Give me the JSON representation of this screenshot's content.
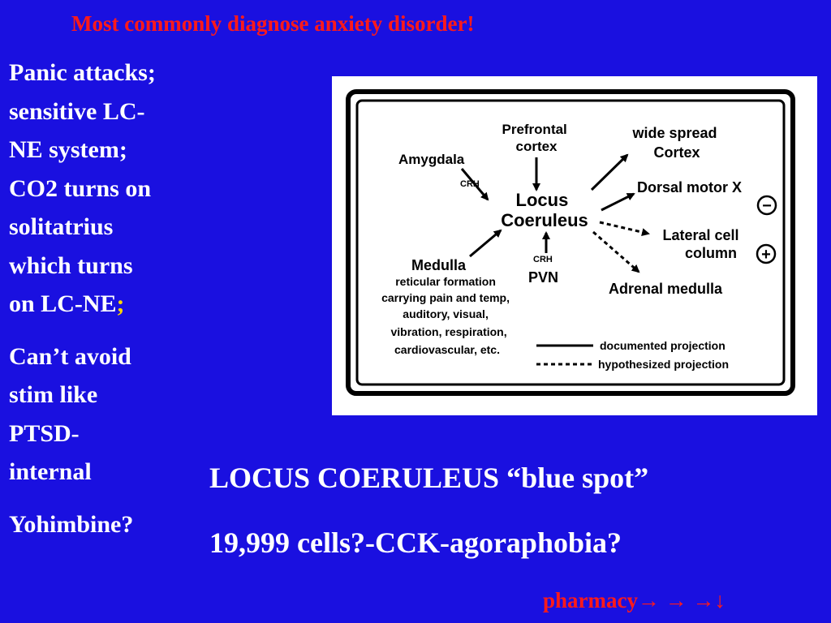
{
  "headline": "Most commonly diagnose anxiety disorder!",
  "left_panel": {
    "para1_lines": [
      "Panic attacks;",
      "sensitive LC-",
      "NE system;",
      "CO2 turns on",
      "solitatrius",
      "which turns",
      "on LC-NE"
    ],
    "para1_punct": ";",
    "para2_lines": [
      "Can’t avoid",
      "stim like",
      "PTSD-",
      "internal"
    ],
    "para3": "Yohimbine?"
  },
  "diagram": {
    "prefrontal_lines": [
      "Prefrontal",
      "cortex"
    ],
    "amygdala": "Amygdala",
    "crh_top": "CRH",
    "locus_lines": [
      "Locus",
      "Coeruleus"
    ],
    "crh_bottom": "CRH",
    "pvn": "PVN",
    "medulla": "Medulla",
    "medulla_details": [
      "reticular formation",
      "carrying pain and temp,",
      "auditory, visual,",
      "vibration, respiration,",
      "cardiovascular, etc."
    ],
    "cortex_lines": [
      "wide spread",
      "Cortex"
    ],
    "dorsal_motor": "Dorsal motor X",
    "lateral_lines": [
      "Lateral cell",
      "column"
    ],
    "adrenal": "Adrenal medulla",
    "minus_symbol": "−",
    "plus_symbol": "+",
    "legend_solid": "documented projection",
    "legend_dashed": "hypothesized projection"
  },
  "captions": {
    "line1": "LOCUS COERULEUS “blue spot”",
    "line2": "19,999 cells?-CCK-agoraphobia?"
  },
  "footer": {
    "label": "pharmacy",
    "arrows": "→ → →↓"
  },
  "colors": {
    "background": "#1a10e0",
    "headline": "#ff1a1a",
    "accent": "#ffd700",
    "body_text": "#ffffff"
  }
}
